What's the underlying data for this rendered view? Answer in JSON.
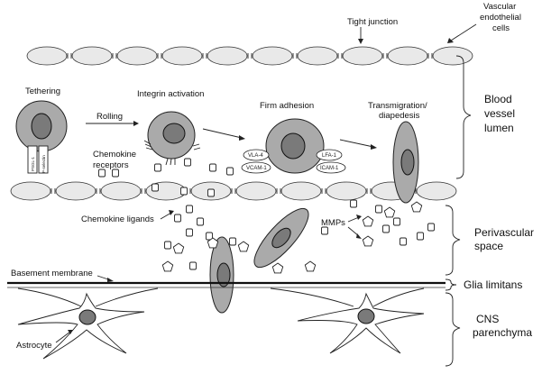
{
  "labels": {
    "tight_junction": "Tight junction",
    "vascular": [
      "Vascular",
      "endothelial",
      "cells"
    ],
    "tethering": "Tethering",
    "integrin_activation": "Integrin activation",
    "rolling": "Rolling",
    "firm_adhesion": "Firm adhesion",
    "transmigration": [
      "Transmigration/",
      "diapedesis"
    ],
    "chemokine_receptors": [
      "Chemokine",
      "receptors"
    ],
    "blood_vessel_lumen": [
      "Blood",
      "vessel",
      "lumen"
    ],
    "chemokine_ligands": "Chemokine ligands",
    "mmps": "MMPs",
    "perivascular_space": [
      "Perivascular",
      "space"
    ],
    "basement_membrane": "Basement membrane",
    "glia_limitans": "Glia limitans",
    "astrocyte": "Astrocyte",
    "cns_parenchyma": [
      "CNS",
      "parenchyma"
    ],
    "psgl1": "PSGL-1",
    "selectin": "P-selectin",
    "vla4": "VLA-4",
    "vcam1": "VCAM-1",
    "lfa1": "LFA-1",
    "icam1": "ICAM-1"
  },
  "colors": {
    "endothelial": "#e9e9e9",
    "leukocyte": "#aaaaaa",
    "nucleus": "#7a7a7a",
    "line": "#222222"
  }
}
